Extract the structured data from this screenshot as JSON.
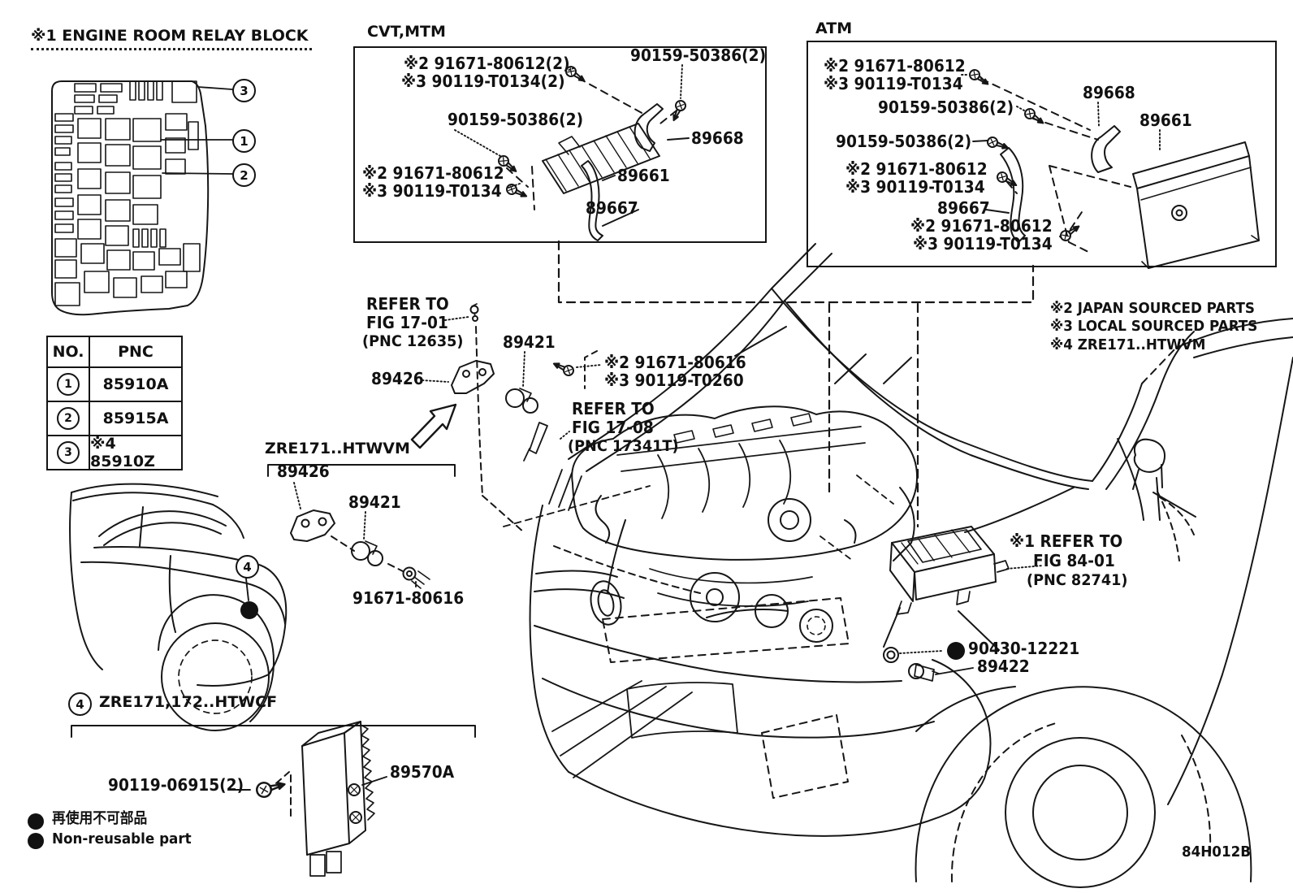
{
  "diagram": {
    "title": "※1 ENGINE ROOM RELAY BLOCK",
    "footer_code": "84H012B",
    "legend": {
      "jp": "再使用不可部品",
      "en": "Non-reusable part"
    },
    "notes": [
      "※2 JAPAN SOURCED PARTS",
      "※3 LOCAL SOURCED PARTS",
      "※4 ZRE171..HTWVM"
    ]
  },
  "relay_table": {
    "headers": [
      "NO.",
      "PNC"
    ],
    "rows": [
      {
        "no": "1",
        "pnc": "85910A"
      },
      {
        "no": "2",
        "pnc": "85915A"
      },
      {
        "no": "3",
        "pnc": "※4 85910Z"
      }
    ]
  },
  "callouts": {
    "one": "1",
    "two": "2",
    "three": "3",
    "four": "4"
  },
  "cvt_panel": {
    "title": "CVT,MTM",
    "labels": {
      "bolt_top_1": "※2 91671-80612(2)",
      "bolt_top_2": "※3 90119-T0134(2)",
      "screw_right": "90159-50386(2)",
      "screw_left": "90159-50386(2)",
      "bracket_no2": "89668",
      "ecu": "89661",
      "bolt_left_1": "※2 91671-80612",
      "bolt_left_2": "※3 90119-T0134",
      "bracket_no1": "89667"
    }
  },
  "atm_panel": {
    "title": "ATM",
    "labels": {
      "bolt_top_1": "※2 91671-80612",
      "bolt_top_2": "※3 90119-T0134",
      "screw_upper": "90159-50386(2)",
      "screw_lower": "90159-50386(2)",
      "bracket_no2": "89668",
      "ecu": "89661",
      "bolt_mid_1": "※2 91671-80612",
      "bolt_mid_2": "※3 90119-T0134",
      "bracket_no1": "89667",
      "bolt_bottom_1": "※2 91671-80612",
      "bolt_bottom_2": "※3 90119-T0134"
    }
  },
  "center": {
    "refer_fig_17_01": [
      "REFER TO",
      "FIG 17-01",
      "(PNC 12635)"
    ],
    "camshaft_sensor": "89421",
    "sensor_bracket": "89426",
    "bolt_1": "※2 91671-80616",
    "bolt_2": "※3 90119-T0260",
    "refer_fig_17_08": [
      "REFER TO",
      "FIG 17-08",
      "(PNC 17341T)"
    ]
  },
  "variant_htwvm": {
    "heading": "ZRE171..HTWVM",
    "bracket": "89426",
    "sensor": "89421",
    "bolt": "91671-80616"
  },
  "fender_area": {
    "refer_fig_84_01": [
      "※1 REFER TO",
      "FIG 84-01",
      "(PNC 82741)"
    ],
    "grommet": "90430-12221",
    "knock_sensor": "89422"
  },
  "variant_htwcf": {
    "no": "4",
    "heading": "ZRE171,172..HTWCF",
    "screw": "90119-06915(2)",
    "module": "89570A"
  }
}
